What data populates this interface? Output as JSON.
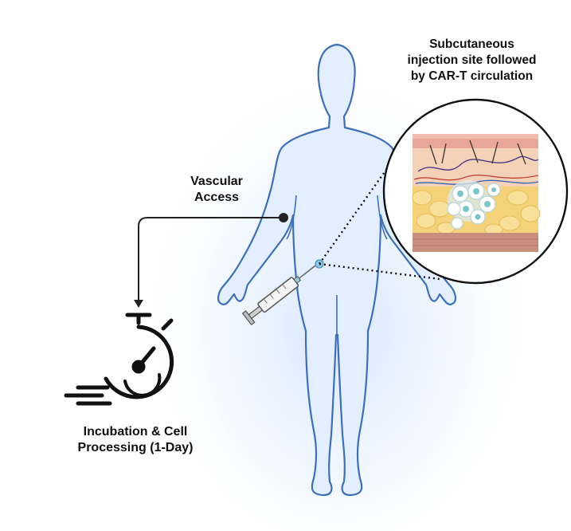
{
  "labels": {
    "vascular_access": [
      "Vascular",
      "Access"
    ],
    "incubation": [
      "Incubation & Cell",
      "Processing (1-Day)"
    ],
    "subcutaneous": [
      "Subcutaneous",
      "injection site followed",
      "by CAR-T circulation"
    ]
  },
  "colors": {
    "body_outline": "#3f6fb5",
    "body_fill": "#e3efff",
    "connector": "#222222",
    "skin_top": "#e9a79a",
    "dermis": "#f3d2b8",
    "fat": "#f4d27a",
    "muscle": "#c98f7e",
    "cell": "#7cc6c9"
  },
  "icons": {
    "timer": "stopwatch-icon",
    "syringe": "syringe-icon",
    "tissue": "skin-cross-section-icon"
  }
}
